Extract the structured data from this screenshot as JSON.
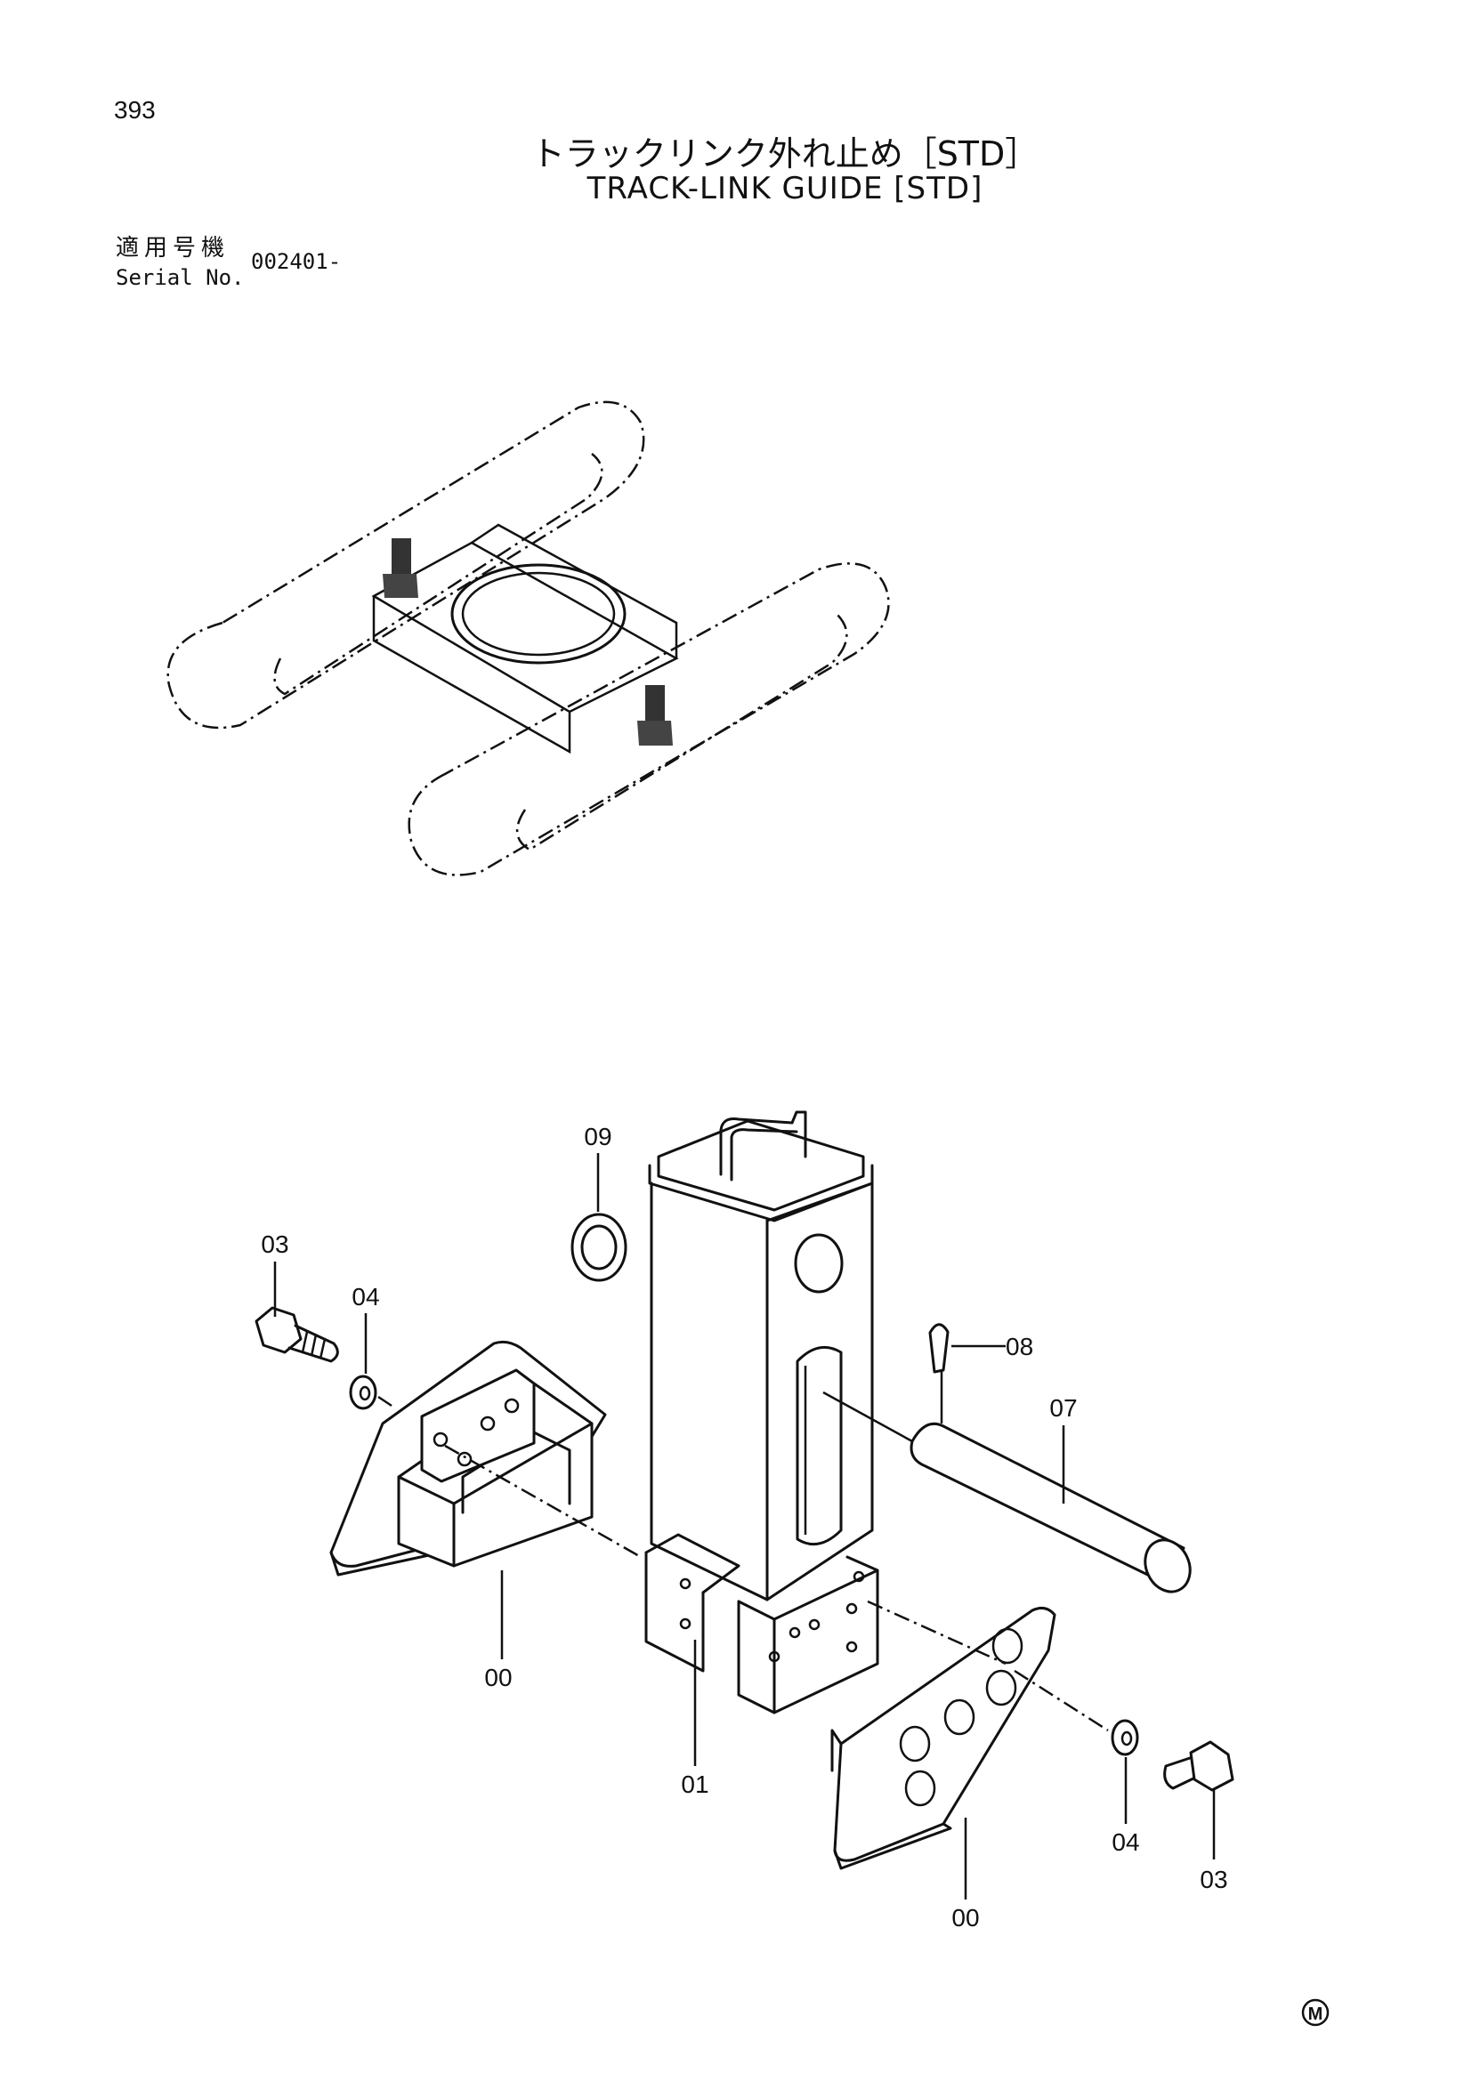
{
  "header": {
    "page_number": "393",
    "title_jp": "トラックリンク外れ止め［STD］",
    "title_en": "TRACK-LINK GUIDE [STD]"
  },
  "serial": {
    "label_jp": "適用号機",
    "label_en": "Serial No.",
    "value": "002401-"
  },
  "parts": {
    "p09": "09",
    "p03_left": "03",
    "p04_left": "04",
    "p08": "08",
    "p07": "07",
    "p00_left": "00",
    "p01": "01",
    "p04_right": "04",
    "p03_right": "03",
    "p00_right": "00"
  },
  "footer": {
    "mark": "M"
  }
}
